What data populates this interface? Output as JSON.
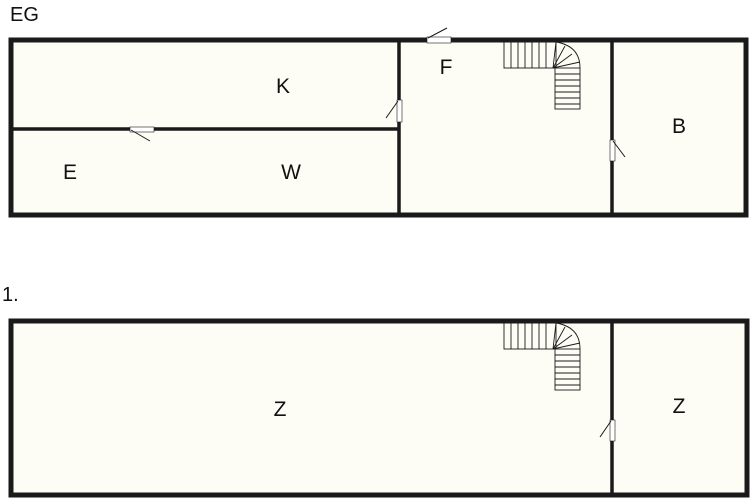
{
  "floors": [
    {
      "label": "EG",
      "rooms": [
        {
          "id": "k",
          "label": "K"
        },
        {
          "id": "e",
          "label": "E"
        },
        {
          "id": "w",
          "label": "W"
        },
        {
          "id": "f",
          "label": "F"
        },
        {
          "id": "b",
          "label": "B"
        }
      ]
    },
    {
      "label": "1.",
      "rooms": [
        {
          "id": "z-left",
          "label": "Z"
        },
        {
          "id": "z-right",
          "label": "Z"
        }
      ]
    }
  ],
  "colors": {
    "wall": "#1a1a1a",
    "floor": "#fdfdf6",
    "background": "#ffffff"
  }
}
